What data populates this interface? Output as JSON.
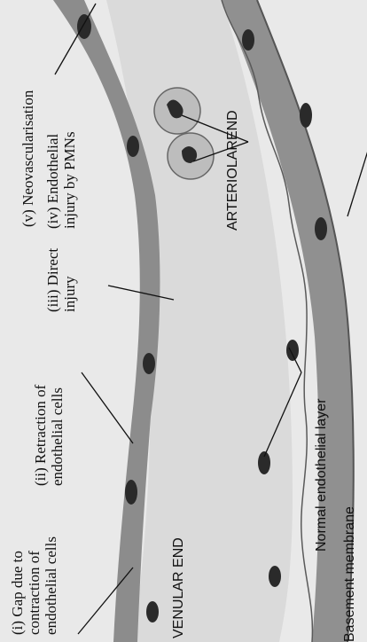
{
  "figure": {
    "labels": {
      "gap_line1": "(i) Gap due to",
      "gap_line2": "contraction of",
      "gap_line3": "endothelial cells",
      "retraction_line1": "(ii) Retraction of",
      "retraction_line2": "endothelial cells",
      "direct_line1": "(iii) Direct",
      "direct_line2": "injury",
      "pmn_line1": "(iv) Endothelial",
      "pmn_line2": "injury by PMNs",
      "neovascularisation": "(v) Neovascularisation",
      "arteriolar_end": "ARTERIOLAREND",
      "venular_end": "VENULAR END",
      "normal_layer": "Normal endothelial layer",
      "basement_membrane": "Basement membrane"
    },
    "colors": {
      "background": "#e9e9e9",
      "vessel_wall": "#8f8f8f",
      "lumen": "#dcdcdc",
      "nucleus": "#2c2c2c",
      "pmn_cell": "#bdbdbd"
    }
  }
}
